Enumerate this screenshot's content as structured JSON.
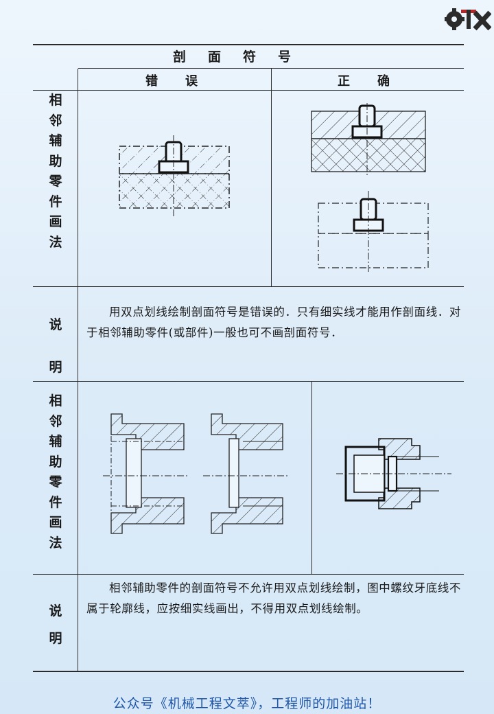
{
  "logo": {
    "icon": "gear-t-x-logo"
  },
  "table": {
    "title": "剖面符号",
    "col_wrong": "错误",
    "col_right": "正确",
    "row1_label": "相邻辅助零件画法",
    "row1_note_label": "说明",
    "row1_note": "用双点划线绘制剖面符号是错误的．只有细实线才能用作剖面线．对于相邻辅助零件(或部件)一般也可不画剖面符号．",
    "row2_label": "相邻辅助零件画法",
    "row2_note_label": "说明",
    "row2_note": "相邻辅助零件的剖面符号不允许用双点划线绘制，图中螺纹牙底线不属于轮廓线，应按细实线画出，不得用双点划线绘制。"
  },
  "footer": {
    "text": "公众号《机械工程文萃》，工程师的加油站！"
  },
  "colors": {
    "footer": "#1f56a8",
    "ink": "#1a1a1a",
    "background": "#e4f0fa"
  }
}
